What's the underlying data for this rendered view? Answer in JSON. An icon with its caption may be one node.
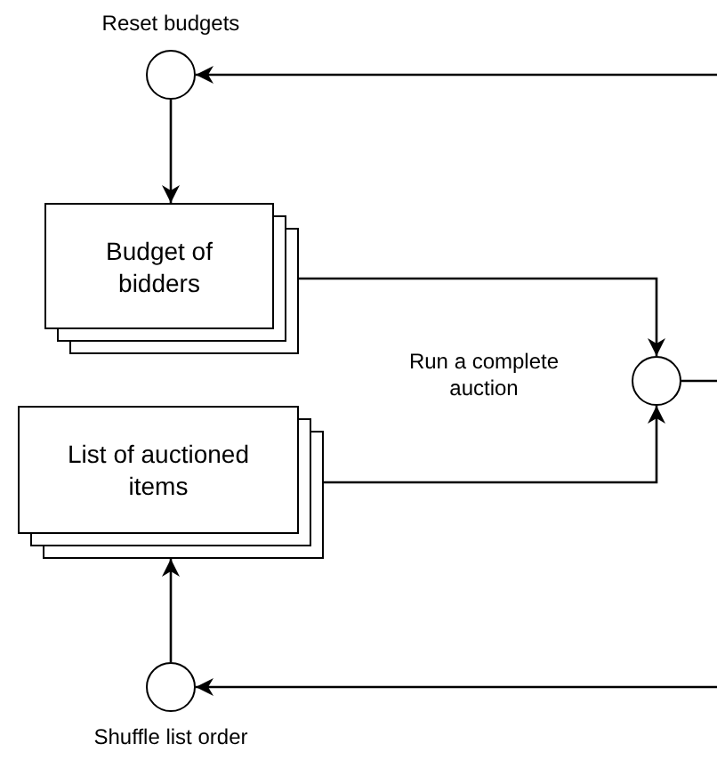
{
  "diagram": {
    "nodes": [
      {
        "text": [
          "Reset budgets"
        ]
      },
      {
        "text": [
          "Budget of bidders"
        ]
      },
      {
        "text": [
          "Run a complete auction"
        ]
      },
      {
        "text": [
          "List of auctioned items"
        ]
      },
      {
        "text": [
          "Shuffle list order"
        ]
      }
    ],
    "edges": [
      {
        "from": null,
        "to": 0,
        "arrow": "to"
      },
      {
        "from": 0,
        "to": 1,
        "arrow": "to"
      },
      {
        "from": 1,
        "to": 2,
        "arrow": "to"
      },
      {
        "from": 3,
        "to": 2,
        "arrow": "to"
      },
      {
        "from": 4,
        "to": 3,
        "arrow": "to"
      },
      {
        "from": null,
        "to": 4,
        "arrow": "to"
      },
      {
        "from": 2,
        "to": null,
        "arrow": "none"
      }
    ]
  }
}
